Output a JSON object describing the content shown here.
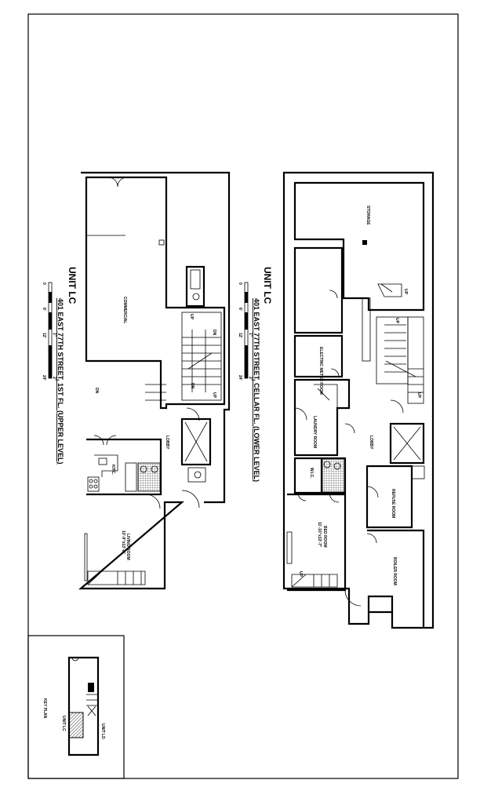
{
  "upper": {
    "unit": "UNIT LC",
    "title": "401 EAST 77TH STREET, 1ST FL. (UPPER LEVEL)",
    "scale": {
      "ticks": [
        "0",
        "6'",
        "12'",
        "24'"
      ],
      "inch_ticks": [
        "1\"",
        "2\""
      ]
    },
    "rooms": {
      "commercial": "COMMERCIAL",
      "kitchen": "KITC.",
      "lobby": "LOBBY",
      "living": "LIVING ROOM",
      "living_dim": "10'-9\"x13'-8\""
    },
    "stairs": {
      "dn1": "DN",
      "dn2": "DN",
      "dn3": "DN",
      "up1": "UP",
      "up2": "UP"
    }
  },
  "lower": {
    "unit": "UNIT LC",
    "title": "401 EAST 77TH STREET, CELLAR FL. (LOWER LEVEL)",
    "scale": {
      "ticks": [
        "0",
        "6'",
        "12'",
        "24'"
      ],
      "inch_ticks": [
        "1\"",
        "2\""
      ]
    },
    "rooms": {
      "storage": "STORAGE",
      "meter": "ELECTRIC METER ROOM",
      "laundry": "LAUNDRY ROOM",
      "lobby": "LOBBY",
      "wic": "W.I.C.",
      "bed": "BED ROOM",
      "bed_dim": "11'-10\"x13'-7\"",
      "refuse": "REFUSE ROOM",
      "boiler": "BOILER ROOM"
    },
    "stairs": {
      "up1": "UP",
      "up2": "UP",
      "up3": "UP",
      "up4": "UP"
    }
  },
  "key_plan": {
    "title": "KEY PLAN",
    "unit_lc": "UNIT LC",
    "unit_ld": "UNIT LD"
  }
}
